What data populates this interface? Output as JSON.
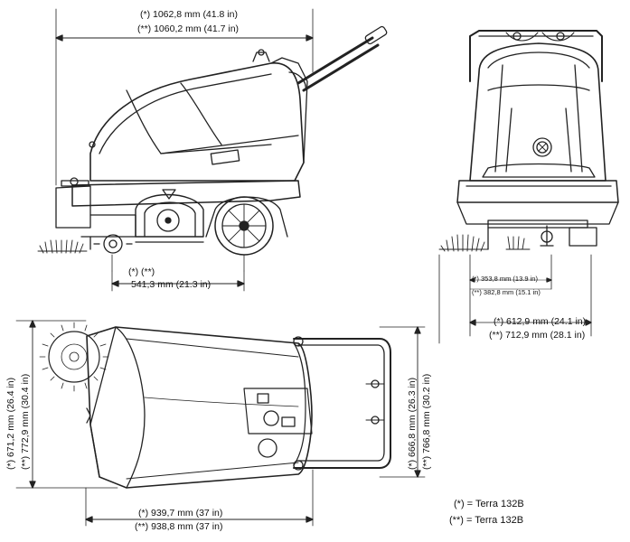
{
  "dimensions": {
    "top_length_a": "(*) 1062,8 mm (41.8 in)",
    "top_length_b": "(**) 1060,2 mm (41.7 in)",
    "brush_marks": "(*) (**)",
    "brush_offset": "541,3 mm (21.3 in)",
    "front_small_a": "(*) 353,8 mm (13.9 in)",
    "front_small_b": "(**) 382,8 mm (15.1 in)",
    "front_width_a": "(*) 612,9 mm (24.1 in)",
    "front_width_b": "(**) 712,9 mm (28.1 in)",
    "left_width_a": "(*) 671,2 mm (26.4 in)",
    "left_width_b": "(**) 772,9 mm (30.4 in)",
    "right_width_a": "(*) 666,8 mm (26.3 in)",
    "right_width_b": "(**) 766,8 mm (30.2 in)",
    "bottom_length_a": "(*) 939,7 mm (37 in)",
    "bottom_length_b": "(**) 938,8 mm (37 in)"
  },
  "legend": {
    "single": "(*) = Terra 132B",
    "double": "(**) = Terra 132B"
  }
}
